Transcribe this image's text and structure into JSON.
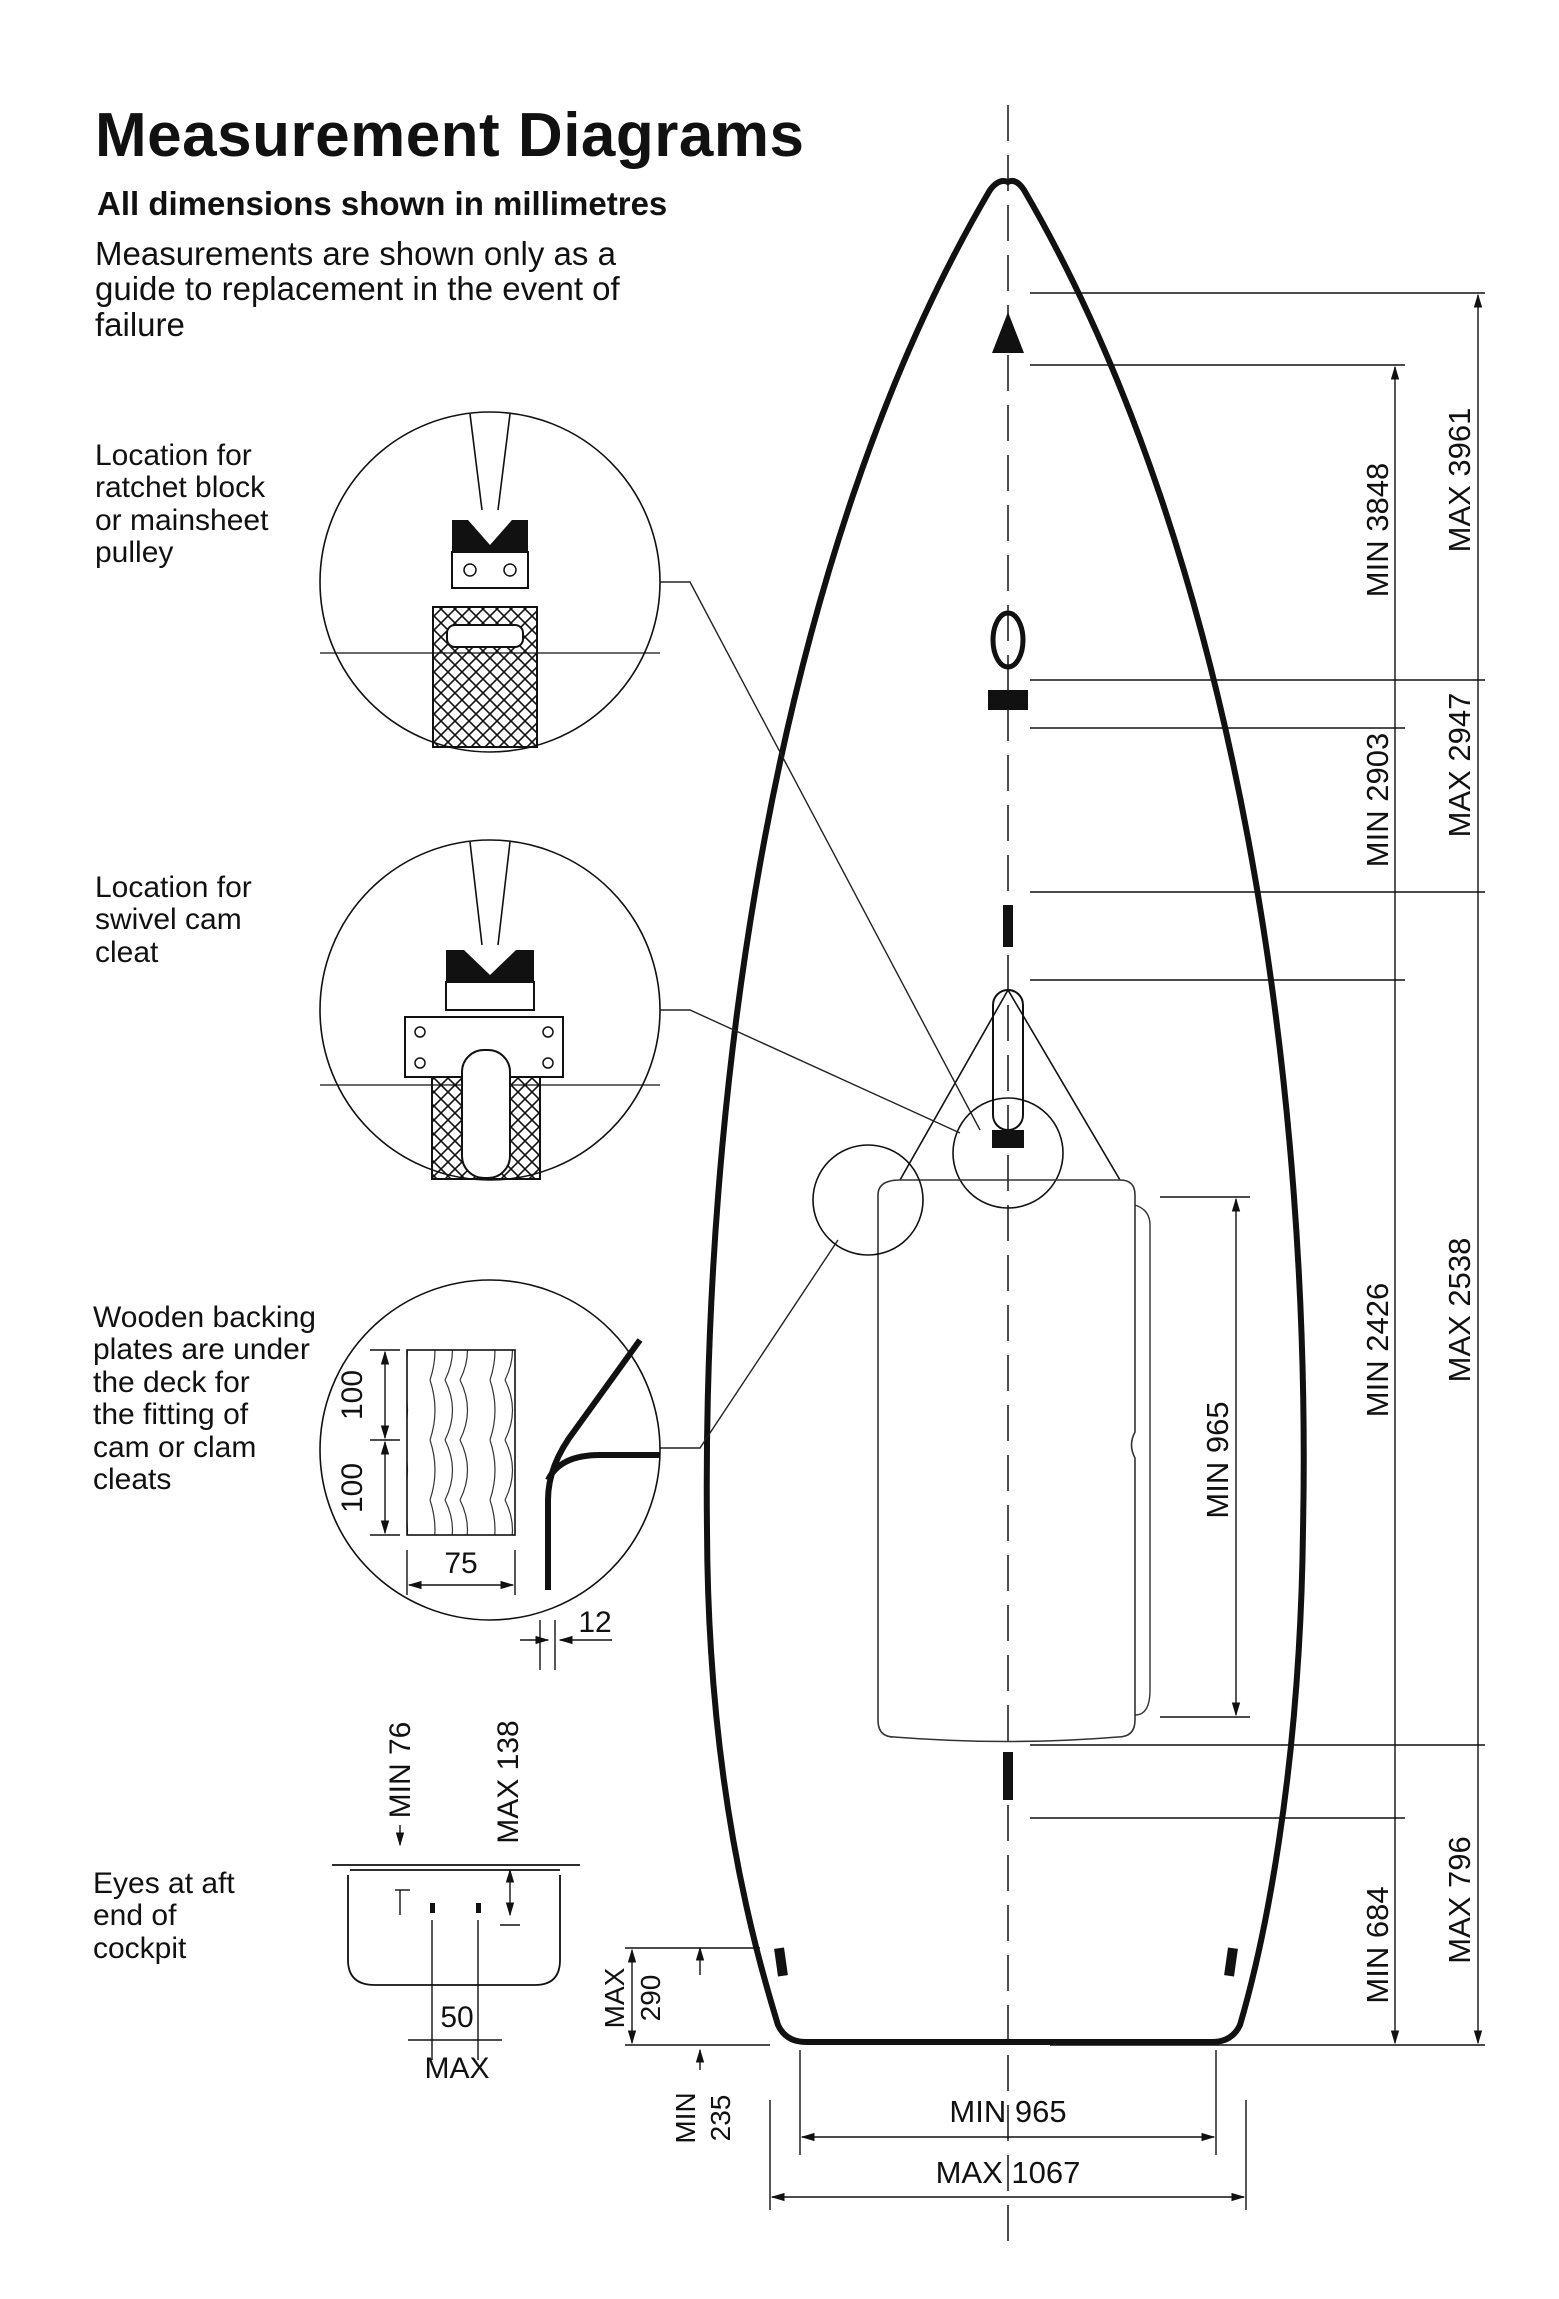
{
  "header": {
    "title": "Measurement Diagrams",
    "subtitle": "All dimensions shown in millimetres",
    "intro": "Measurements are shown only as a guide to replacement in the event of failure"
  },
  "callouts": [
    {
      "caption": "Location for\nratchet block\nor mainsheet\npulley"
    },
    {
      "caption": "Location for\nswivel cam\ncleat"
    },
    {
      "caption": "Wooden backing\nplates are under\nthe deck for\nthe fitting of\ncam or clam\ncleats"
    },
    {
      "caption": "Eyes at aft\nend of\ncockpit"
    }
  ],
  "detail_dimensions": {
    "backing_upper": "100",
    "backing_lower": "100",
    "backing_width": "75",
    "edge_offset": "12"
  },
  "eye_dimensions": {
    "min": "MIN 76",
    "max": "MAX 138",
    "spacing": "50",
    "spacing_max": "MAX"
  },
  "hull_dimensions": {
    "min_3848": "MIN 3848",
    "max_3961": "MAX 3961",
    "min_2903": "MIN 2903",
    "max_2947": "MAX 2947",
    "min_2426": "MIN 2426",
    "max_2538": "MAX 2538",
    "min_965_cockpit": "MIN 965",
    "min_684": "MIN 684",
    "max_796": "MAX 796",
    "stern_max": "MAX",
    "stern_290": "290",
    "stern_min": "MIN",
    "stern_235": "235",
    "transom_min": "MIN 965",
    "transom_max": "MAX 1067"
  }
}
